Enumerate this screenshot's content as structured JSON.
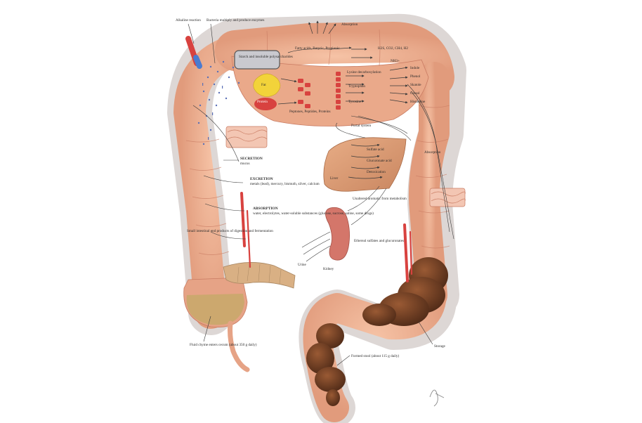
{
  "colors": {
    "intestine": "#e9a888",
    "intestine_dark": "#c97b62",
    "halo": "#d9d4d2",
    "mucosa": "#f3c9b7",
    "liver": "#d9976e",
    "kidney": "#d4766a",
    "feces": "#6b3d24",
    "fluid": "#c8a86a",
    "vessel_red": "#c73a3a",
    "pathway_red": "#d8423f",
    "yellow_fat": "#f2d33a",
    "bacteria_blue": "#5a6fb6",
    "gray_box": "#c9c9cf"
  },
  "labels": {
    "alkaline_reaction": "Alkaline reaction",
    "bacteria_multiply": "Bacteria multiply and produce enzymes",
    "starch_residue": "Starch and insoluble polysaccharides",
    "fat": "Fat",
    "protein": "Protein",
    "fatty_acids": "Fatty acids, Butyric, Propionic",
    "absorption_top": "Absorption",
    "gases": "H2S, CO2, CH4, H2",
    "nh3": "NH3+",
    "indole": "Indole",
    "phenol": "Phenol",
    "skatole": "Skatole",
    "cresol": "Cresol",
    "histamine": "Histamine",
    "lysine_decarb": "Lysine decarboxylation",
    "tryptophan": "Tryptophan",
    "tyrosine": "Tyrosine",
    "peptones": "Peptones, Peptides, Proteins",
    "secretion": "SECRETION",
    "mucus": "mucus",
    "excretion": "EXCRETION",
    "excretion_detail": "metals (lead), mercury, bismuth, silver, calcium",
    "absorption": "ABSORPTION",
    "absorption_detail": "water, electrolytes, water-soluble substances (glucose, sucrose, saline, some drugs)",
    "small_intestine": "Small intestinal end products of digestion and fermentation",
    "liver": "Liver",
    "sulfate": "Sulfate acid",
    "glucuronate": "Glucuronate acid",
    "detox": "Detoxication",
    "unaltered": "Unaltered aromatic from metabolism",
    "ethereal": "Ethereal sulfates and glucuronates",
    "urine": "Urine",
    "kidney": "Kidney",
    "fluid_chyme": "Fluid chyme enters cecum (about 350 g daily)",
    "formed_stool": "Formed stool (about 115 g daily)",
    "storage": "Storage",
    "absorption_right": "Absorption",
    "portal": "Portal system"
  },
  "signature": "F. Netter"
}
